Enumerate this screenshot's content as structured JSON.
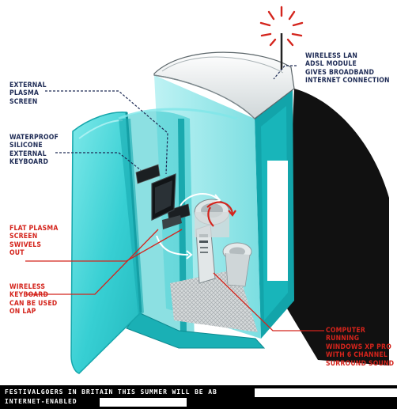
{
  "labels": {
    "plasma": "EXTERNAL\nPLASMA\nSCREEN",
    "keyboard": "WATERPROOF\nSILICONE\nEXTERNAL\nKEYBOARD",
    "wireless_lan": "WIRELESS LAN\nADSL MODULE\nGIVES BROADBAND\nINTERNET CONNECTION",
    "flat_screen": "FLAT PLASMA\nSCREEN\nSWIVELS\nOUT",
    "wireless_keyboard": "WIRELESS\nKEYBOARD\nCAN BE USED\nON LAP",
    "computer": "COMPUTER RUNNING\nWINDOWS XP PRO\nWITH 6 CHANNEL\nSURROUND SOUND"
  },
  "caption": {
    "line1": "FESTIVALGOERS IN BRITAIN THIS SUMMER WILL BE AB",
    "line2": "INTERNET-ENABLED"
  },
  "colors": {
    "shell": "#1ec3c8",
    "shell_dark": "#0e8f95",
    "shadow": "#111111",
    "label_dark": "#1e2b55",
    "label_red": "#d4241c"
  }
}
